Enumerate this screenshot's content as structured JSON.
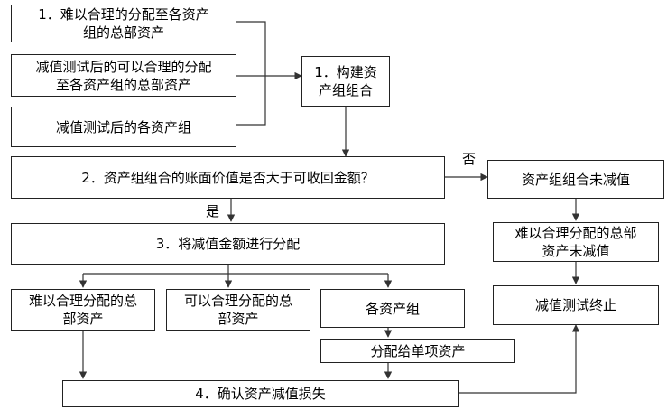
{
  "boxes": {
    "b1": "1．难以合理的分配至各资产\n组的总部资产",
    "b2": "减值测试后的可以合理的分配\n至各资产组的总部资产",
    "b3": "减值测试后的各资产组",
    "b4": "1．构建资\n产组组合",
    "b5": "2．资产组组合的账面价值是否大于可收回金额？",
    "b6": "资产组组合未减值",
    "b7": "3．将减值金额进行分配",
    "b8": "难以合理分配的总部\n资产未减值",
    "b9": "难以合理分配的总\n部资产",
    "b10": "可以合理分配的总\n部资产",
    "b11": "各资产组",
    "b12": "减值测试终止",
    "b13": "分配给单项资产",
    "b14": "4．确认资产减值损失"
  },
  "labels": {
    "no": "否",
    "yes": "是"
  }
}
